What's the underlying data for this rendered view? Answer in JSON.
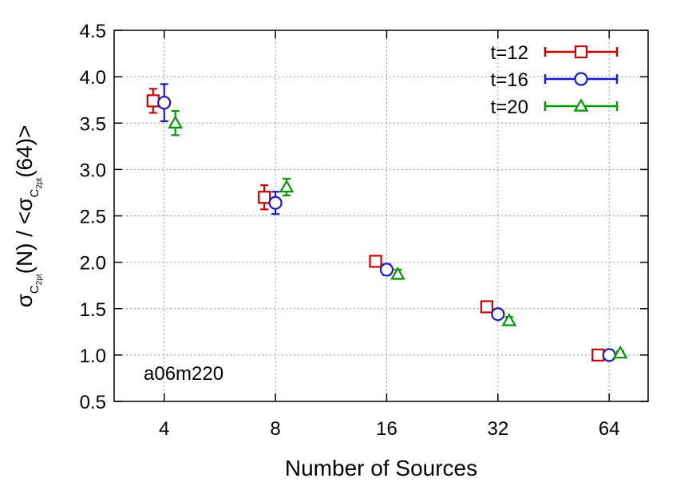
{
  "chart_data": {
    "type": "scatter",
    "title": "",
    "xlabel": "Number of Sources",
    "ylabel": {
      "main": "σ",
      "sub_c": "C",
      "sub_2pt": "2pt",
      "mid": "(N) / <σ",
      "end": "(64)>"
    },
    "annotation": "a06m220",
    "categories": [
      "4",
      "8",
      "16",
      "32",
      "64"
    ],
    "ylim": [
      0.5,
      4.5
    ],
    "yticks": [
      0.5,
      1.0,
      1.5,
      2.0,
      2.5,
      3.0,
      3.5,
      4.0,
      4.5
    ],
    "ytick_labels": [
      "0.5",
      "1.0",
      "1.5",
      "2.0",
      "2.5",
      "3.0",
      "3.5",
      "4.0",
      "4.5"
    ],
    "grid": true,
    "legend_position": "top-right",
    "series": [
      {
        "name": "t=12",
        "color": "#cc0000",
        "marker": "square",
        "offset": -0.1,
        "values": [
          3.74,
          2.7,
          2.01,
          1.52,
          1.0
        ],
        "errors": [
          0.13,
          0.13,
          0.05,
          0.05,
          0.03
        ]
      },
      {
        "name": "t=16",
        "color": "#1a1acc",
        "marker": "circle",
        "offset": 0.0,
        "values": [
          3.72,
          2.64,
          1.92,
          1.44,
          1.0
        ],
        "errors": [
          0.2,
          0.12,
          0.06,
          0.04,
          0.03
        ]
      },
      {
        "name": "t=20",
        "color": "#009900",
        "marker": "triangle",
        "offset": 0.1,
        "values": [
          3.5,
          2.81,
          1.87,
          1.37,
          1.02
        ],
        "errors": [
          0.13,
          0.09,
          0.05,
          0.04,
          0.02
        ]
      }
    ]
  }
}
